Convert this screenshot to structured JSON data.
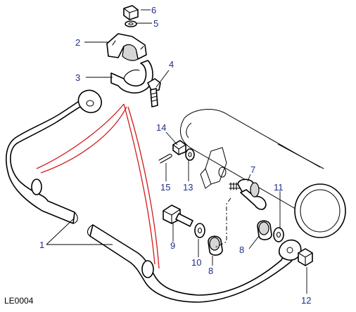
{
  "diagram": {
    "reference_code": "LE0004",
    "colors": {
      "callout": "#1f2e8a",
      "line": "#000000",
      "highlight": "#d11a1a"
    },
    "callouts": [
      {
        "id": "c1",
        "text": "1"
      },
      {
        "id": "c2",
        "text": "2"
      },
      {
        "id": "c3",
        "text": "3"
      },
      {
        "id": "c4",
        "text": "4"
      },
      {
        "id": "c5",
        "text": "5"
      },
      {
        "id": "c6",
        "text": "6"
      },
      {
        "id": "c7",
        "text": "7"
      },
      {
        "id": "c8a",
        "text": "8"
      },
      {
        "id": "c8b",
        "text": "8"
      },
      {
        "id": "c9",
        "text": "9"
      },
      {
        "id": "c10",
        "text": "10"
      },
      {
        "id": "c11",
        "text": "11"
      },
      {
        "id": "c12",
        "text": "12"
      },
      {
        "id": "c13",
        "text": "13"
      },
      {
        "id": "c14",
        "text": "14"
      },
      {
        "id": "c15",
        "text": "15"
      }
    ]
  }
}
